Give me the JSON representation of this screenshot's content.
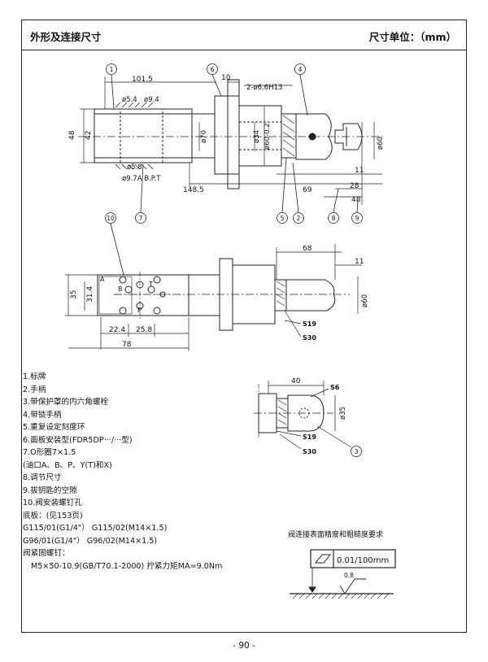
{
  "header": {
    "title": "外形及连接尺寸",
    "unit": "尺寸单位：（mm）"
  },
  "callouts": [
    "1",
    "2",
    "3",
    "4",
    "5",
    "6",
    "7",
    "8",
    "9",
    "10"
  ],
  "dims": {
    "d101_5": "101.5",
    "d10": "10",
    "d2_6_6H13": "2-ø6.6H13",
    "d5_4": "ø5.4",
    "d9_4": "ø9.4",
    "d48": "48",
    "d42": "42",
    "d70": "ø70",
    "d34": "ø34",
    "d60_0_2": "ø60-0.2",
    "d5_8": "ø5.8",
    "d9_7": "ø9.7A B.P.T",
    "d148_5": "148.5",
    "d69": "69",
    "d28": "28",
    "d11a": "11",
    "d48b": "48",
    "d60a": "ø60",
    "d68": "68",
    "d11b": "11",
    "d35": "35",
    "d31_4": "31.4",
    "d22_4": "22.4",
    "d25_8": "25.8",
    "d78": "78",
    "d60b": "ø60",
    "d40": "40",
    "d35b": "ø35",
    "s6": "S6",
    "s19a": "S19",
    "s30a": "S30",
    "s19b": "S19",
    "s30b": "S30",
    "portA": "A",
    "portB": "B",
    "portP": "P",
    "portT": "T"
  },
  "legend": [
    "1.标牌",
    "2.手柄",
    "3.带保护罩的内六角螺栓",
    "4.带锁手柄",
    "5.重复设定刻度环",
    "6.面板安装型(FDR5DP···/···型)",
    "7.O形圈7×1.5",
    "(油口A、B、P、Y(T)和X)",
    "8.调节尺寸",
    "9.拔钥匙的空隙",
    "10.阀安装螺钉孔",
    "底板：(见153页)",
    "G115/01(G1/4\"）   G115/02(M14×1.5)",
    "G96/01(G1/4\"）   G96/02(M14×1.5)",
    "阀紧固螺钉：",
    "M5×50-10.9(GB/T70.1-2000) 拧紧力矩MA=9.0Nm"
  ],
  "surface": {
    "title": "阀连接表面精度和粗糙度要求",
    "flatness": "0.01/100mm",
    "roughness": "0.8"
  },
  "page_number": "- 90 -"
}
